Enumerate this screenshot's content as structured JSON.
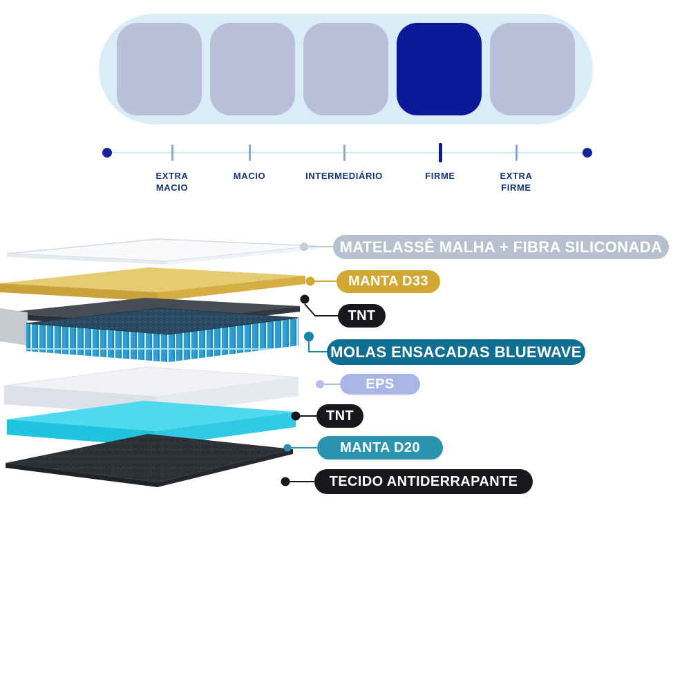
{
  "firmness": {
    "selected_level": "FIRME",
    "levels": [
      {
        "label": "EXTRA\nMACIO",
        "active": false
      },
      {
        "label": "MACIO",
        "active": false
      },
      {
        "label": "INTERMEDIÁRIO",
        "active": false
      },
      {
        "label": "FIRME",
        "active": true
      },
      {
        "label": "EXTRA\nFIRME",
        "active": false
      }
    ],
    "colors": {
      "track": "#d9ecf8",
      "block": "#b9bfd9",
      "block_active": "#0a1a99",
      "label": "#14317e",
      "line": "#cfe8f6",
      "end_dot": "#16239a",
      "tick": "#8fa9cc",
      "tick_active": "#0a1a99"
    }
  },
  "layers": {
    "callouts": [
      {
        "id": "matelasse",
        "label": "MATELASSÊ MALHA + FIBRA SILICONADA",
        "color": "#b6c0ce",
        "text_color": "#ffffff"
      },
      {
        "id": "manta-d33",
        "label": "MANTA D33",
        "color": "#d2a733",
        "text_color": "#ffffff"
      },
      {
        "id": "tnt-upper",
        "label": "TNT",
        "color": "#17181c",
        "text_color": "#ffffff"
      },
      {
        "id": "molas",
        "label": "MOLAS ENSACADAS BLUEWAVE",
        "color": "#0e6f92",
        "text_color": "#ffffff"
      },
      {
        "id": "eps",
        "label": "EPS",
        "color": "#aab5e8",
        "text_color": "#ffffff"
      },
      {
        "id": "tnt-lower",
        "label": "TNT",
        "color": "#17181c",
        "text_color": "#ffffff"
      },
      {
        "id": "manta-d20",
        "label": "MANTA D20",
        "color": "#2a93ad",
        "text_color": "#ffffff"
      },
      {
        "id": "tecido",
        "label": "TECIDO ANTIDERRAPANTE",
        "color": "#17181c",
        "text_color": "#ffffff"
      }
    ]
  }
}
